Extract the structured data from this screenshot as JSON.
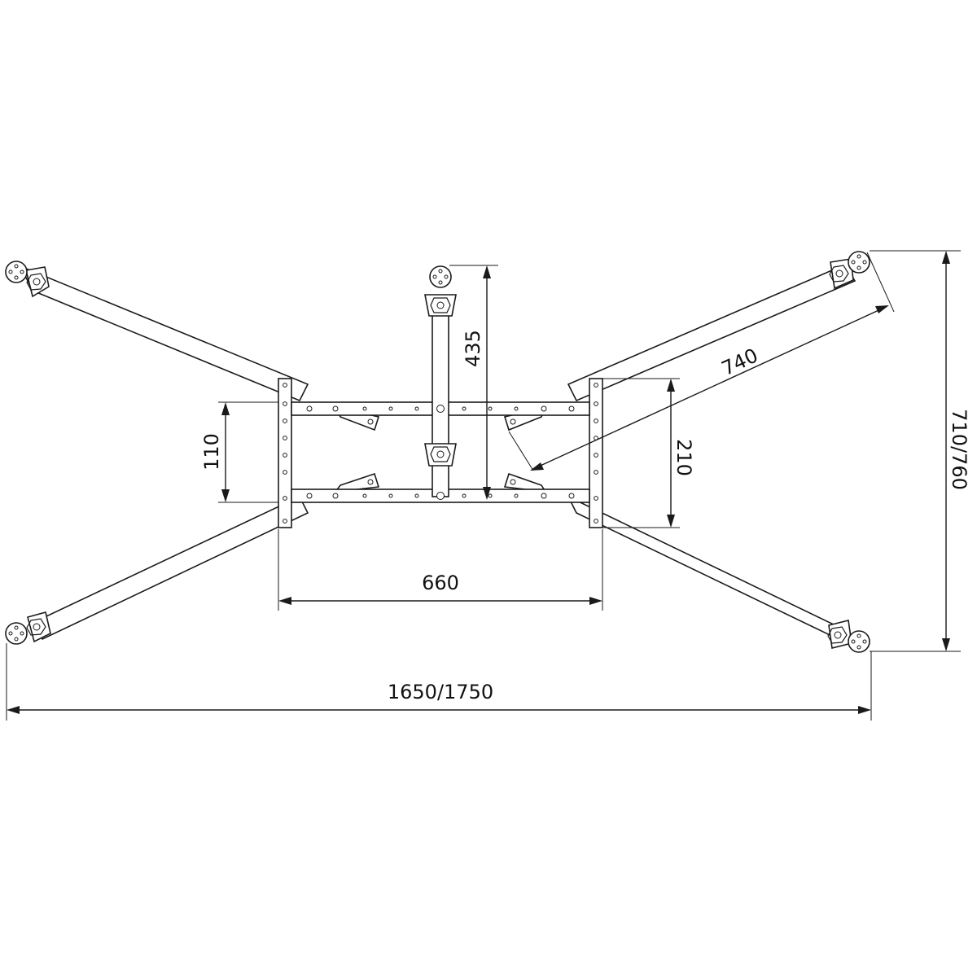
{
  "drawing": {
    "line_color": "#1a1a1a",
    "background": "#ffffff",
    "dimensions": {
      "overall_width": "1650/1750",
      "overall_height": "710/760",
      "frame_width": "660",
      "rail_spacing": "110",
      "bracket_spacing": "210",
      "center_leg_length": "435",
      "diagonal_arm_length": "740"
    }
  }
}
